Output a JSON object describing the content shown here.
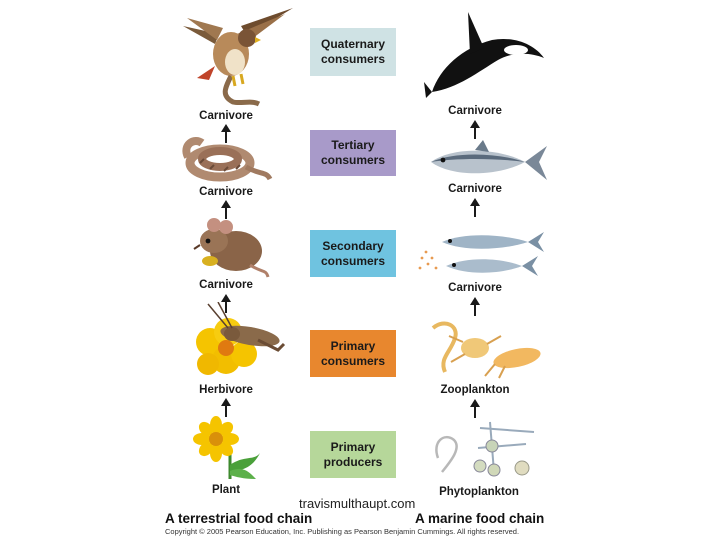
{
  "levels": [
    {
      "line1": "Quaternary",
      "line2": "consumers",
      "color": "#cfe2e4"
    },
    {
      "line1": "Tertiary",
      "line2": "consumers",
      "color": "#a89ac9"
    },
    {
      "line1": "Secondary",
      "line2": "consumers",
      "color": "#6fc3e0"
    },
    {
      "line1": "Primary",
      "line2": "consumers",
      "color": "#e8872e"
    },
    {
      "line1": "Primary",
      "line2": "producers",
      "color": "#b6d79a"
    }
  ],
  "terrestrial": {
    "labels": [
      "Carnivore",
      "Carnivore",
      "Carnivore",
      "Herbivore",
      "Plant"
    ],
    "organisms": [
      "hawk",
      "snake",
      "mouse",
      "grasshopper",
      "plant"
    ],
    "title": "A terrestrial food chain"
  },
  "marine": {
    "labels": [
      "Carnivore",
      "Carnivore",
      "Carnivore",
      "Zooplankton",
      "Phytoplankton"
    ],
    "organisms": [
      "killer-whale",
      "tuna",
      "fish",
      "zooplankton",
      "phytoplankton"
    ],
    "title": "A marine food chain"
  },
  "copyright": "Copyright © 2005 Pearson Education, Inc. Publishing as Pearson Benjamin Cummings. All rights reserved.",
  "watermark": "travismulthaupt.com"
}
